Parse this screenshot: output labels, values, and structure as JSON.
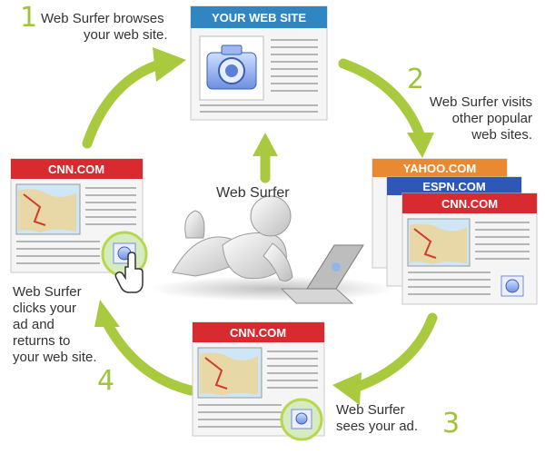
{
  "steps": [
    {
      "number": "1",
      "text_lines": [
        "Web Surfer browses",
        "your web site."
      ]
    },
    {
      "number": "2",
      "text_lines": [
        "Web Surfer visits",
        "other popular",
        "web sites."
      ]
    },
    {
      "number": "3",
      "text_lines": [
        "Web Surfer",
        "sees your ad."
      ]
    },
    {
      "number": "4",
      "text_lines": [
        "Web Surfer",
        "clicks your",
        "ad and",
        "returns to",
        "your web site."
      ]
    }
  ],
  "center_label": "Web Surfer",
  "sites": {
    "your_web_site": "YOUR WEB SITE",
    "cnn": "CNN.COM",
    "yahoo": "YAHOO.COM",
    "espn": "ESPN.COM"
  },
  "colors": {
    "arrow_green": "#a9c93f",
    "number_green": "#9dc43c",
    "your_site_blue": "#2f86c3",
    "cnn_red": "#d92a2f",
    "yahoo_orange": "#e98a33",
    "espn_blue": "#2e57b8",
    "highlight_green": "#b7d84e"
  }
}
